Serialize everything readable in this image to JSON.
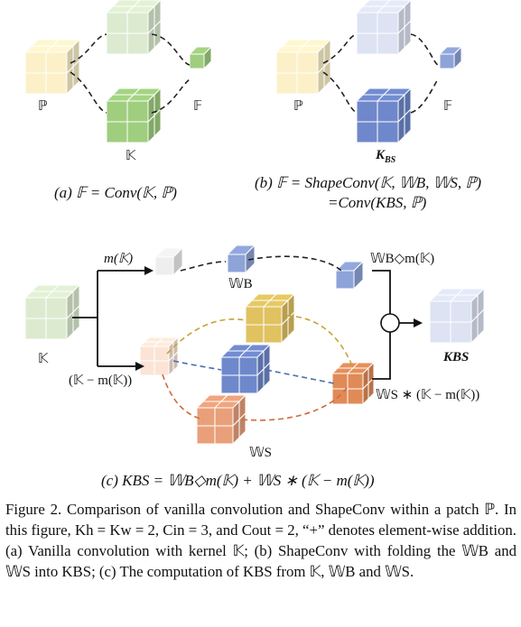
{
  "labels": {
    "a_P": "ℙ",
    "a_F": "𝔽",
    "a_K": "𝕂",
    "b_P": "ℙ",
    "b_F": "𝔽",
    "b_K": "K",
    "b_K_sub": "BS",
    "caption_a": "(a) 𝔽 = Conv(𝕂, ℙ)",
    "caption_b_line1": "(b)   𝔽 = ShapeConv(𝕂, 𝕎B, 𝕎S, ℙ)",
    "caption_b_line2": "=Conv(KBS, ℙ)",
    "c_K": "𝕂",
    "c_mK": "m(𝕂)",
    "c_K_minus": "(𝕂 − m(𝕂))",
    "c_WB": "𝕎B",
    "c_WB_mK": "𝕎B◇m(𝕂)",
    "c_plus": "+",
    "c_KBS": "KBS",
    "c_WS_times": "𝕎S ∗ (𝕂 − m(𝕂))",
    "c_WS": "𝕎S",
    "caption_c": "(c) KBS = 𝕎B◇m(𝕂) + 𝕎S ∗ (𝕂 − m(𝕂))"
  },
  "figure_caption": "Figure 2. Comparison of vanilla convolution and ShapeConv within a patch ℙ. In this figure, Kh = Kw = 2, Cin = 3, and Cout = 2, “+” denotes element-wise addition. (a) Vanilla convolution with kernel 𝕂; (b) ShapeConv with folding the 𝕎B and 𝕎S into KBS; (c) The computation of KBS from 𝕂, 𝕎B and 𝕎S.",
  "colors": {
    "yellow_light": "#fbf0c8",
    "green_light": "#dcebcf",
    "green_mid": "#9fce7e",
    "blue_light": "#dde3f3",
    "blue_mid": "#8ea3d8",
    "blue_dark": "#6f88cc",
    "gray_light": "#eeeeee",
    "gold": "#e0c260",
    "orange": "#e9a07a",
    "dash_gold": "#c9a234",
    "dash_blue": "#4a6fb0",
    "dash_orange": "#cf6a3a"
  }
}
